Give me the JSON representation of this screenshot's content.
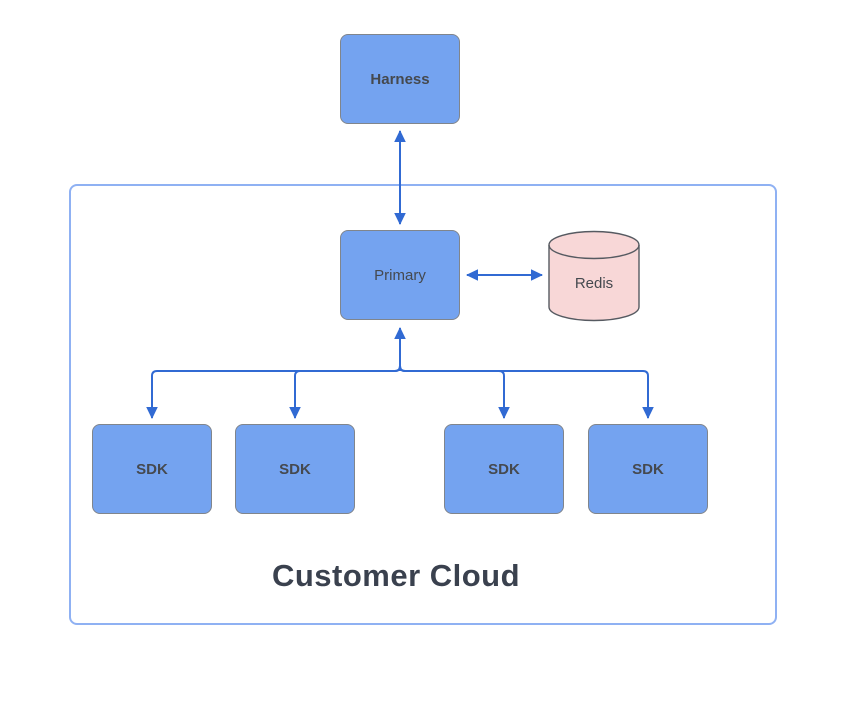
{
  "diagram": {
    "container": {
      "label": "Customer Cloud"
    },
    "nodes": {
      "harness": {
        "label": "Harness"
      },
      "primary": {
        "label": "Primary"
      },
      "redis": {
        "label": "Redis"
      },
      "sdks": [
        {
          "label": "SDK"
        },
        {
          "label": "SDK"
        },
        {
          "label": "SDK"
        },
        {
          "label": "SDK"
        }
      ]
    },
    "colors": {
      "node_fill": "#74a3f0",
      "node_stroke": "#80858c",
      "node_text": "#45494f",
      "redis_fill": "#f8d7d7",
      "redis_stroke": "#565a61",
      "arrow": "#316ad3",
      "container_border": "#8fb1f3",
      "container_label": "#3a414e",
      "canvas": "#ffffff"
    }
  }
}
